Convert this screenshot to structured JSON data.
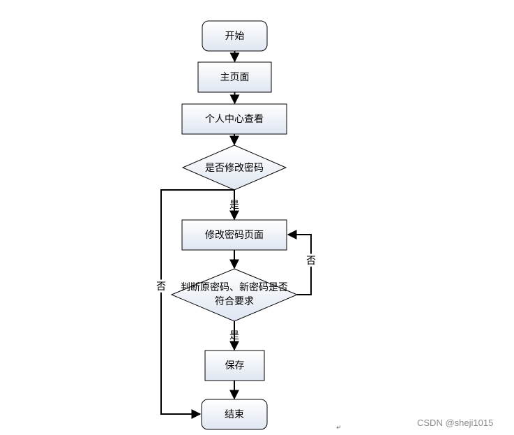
{
  "nodes": {
    "start": "开始",
    "home": "主页面",
    "profile": "个人中心查看",
    "decision_change": "是否修改密码",
    "change_page": "修改密码页面",
    "decision_check_line1": "判断原密码、新密码是否",
    "decision_check_line2": "符合要求",
    "save": "保存",
    "end": "结束"
  },
  "edges": {
    "yes_1": "是",
    "yes_2": "是",
    "no_left": "否",
    "no_right": "否"
  },
  "watermark": "CSDN @sheji1015",
  "return_mark": "↵",
  "colors": {
    "stroke": "#000000",
    "fill_light": "#ffffff",
    "fill_dark": "#dfe6f1"
  }
}
